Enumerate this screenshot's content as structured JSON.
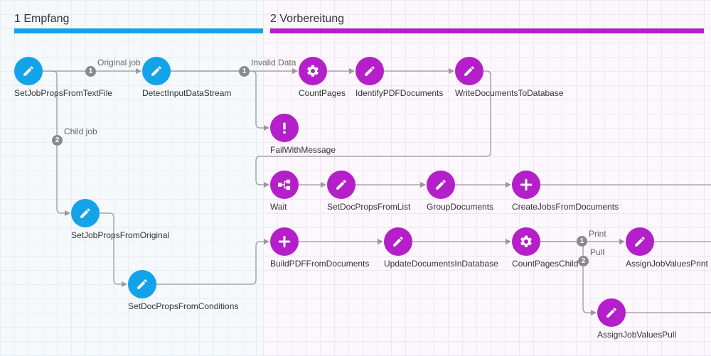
{
  "lanes": [
    {
      "title": "1 Empfang",
      "color": "#12a3e8"
    },
    {
      "title": "2 Vorbereitung",
      "color": "#b41fc9"
    }
  ],
  "nodes": {
    "setJobPropsFromTextFile": "SetJobPropsFromTextFile",
    "detectInputDataStream": "DetectInputDataStream",
    "countPages": "CountPages",
    "identifyPDFDocuments": "IdentifyPDFDocuments",
    "writeDocumentsToDatabase": "WriteDocumentsToDatabase",
    "failWithMessage": "FailWithMessage",
    "wait": "Wait",
    "setDocPropsFromList": "SetDocPropsFromList",
    "groupDocuments": "GroupDocuments",
    "createJobsFromDocuments": "CreateJobsFromDocuments",
    "setJobPropsFromOriginal": "SetJobPropsFromOriginal",
    "setDocPropsFromConditions": "SetDocPropsFromConditions",
    "buildPDFFromDocuments": "BuildPDFFromDocuments",
    "updateDocumentsInDatabase": "UpdateDocumentsInDatabase",
    "countPagesChild": "CountPagesChild",
    "assignJobValuesPrint": "AssignJobValuesPrint",
    "assignJobValuesPull": "AssignJobValuesPull"
  },
  "edges": {
    "originalJob": "Original job",
    "childJob": "Child job",
    "invalidData": "Invalid Data",
    "print": "Print",
    "pull": "Pull"
  },
  "badges": {
    "b1": "1",
    "b2": "2",
    "b3": "1",
    "b4": "1",
    "b5": "2"
  },
  "icons": {
    "pencil": "pencil-icon",
    "gear": "gear-icon",
    "exclamation": "exclamation-icon",
    "wait": "wait-icon",
    "plus": "plus-icon"
  }
}
